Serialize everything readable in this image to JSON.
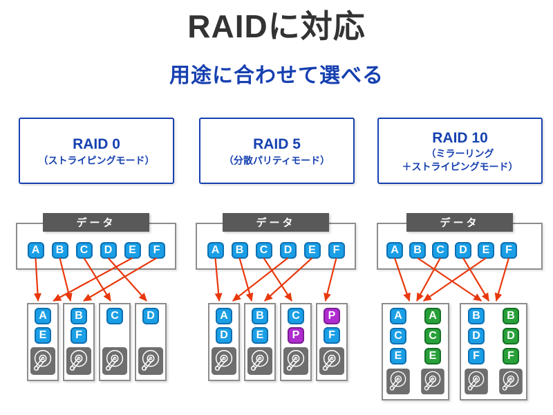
{
  "header": {
    "title": "RAIDに対応",
    "subtitle": "用途に合わせて選べる"
  },
  "colors": {
    "accent_blue": "#1640B0",
    "title_gray": "#333333",
    "block_blue": "#1A9FE6",
    "block_green": "#28A039",
    "block_purple": "#AF2CCF",
    "arrow_red": "#E8380C",
    "label_bar_gray": "#595959",
    "hdd_gray": "#6E6E6E",
    "box_border_gray": "#8C8C8C"
  },
  "panels": [
    {
      "id": "raid0",
      "name": "RAID 0",
      "mode_lines": [
        "（ストライピングモード）"
      ],
      "data_label": "データ",
      "blocks": [
        "A",
        "B",
        "C",
        "D",
        "E",
        "F"
      ],
      "type": "single",
      "disks": [
        {
          "slots": [
            {
              "label": "A",
              "color": "blue"
            },
            {
              "label": "E",
              "color": "blue"
            }
          ]
        },
        {
          "slots": [
            {
              "label": "B",
              "color": "blue"
            },
            {
              "label": "F",
              "color": "blue"
            }
          ]
        },
        {
          "slots": [
            {
              "label": "C",
              "color": "blue"
            }
          ]
        },
        {
          "slots": [
            {
              "label": "D",
              "color": "blue"
            }
          ]
        }
      ],
      "arrows": [
        {
          "from": "A",
          "disk": 0,
          "at": 0.35
        },
        {
          "from": "B",
          "disk": 1,
          "at": 0.24
        },
        {
          "from": "C",
          "disk": 2,
          "at": 0.37
        },
        {
          "from": "D",
          "disk": 3,
          "at": 0.37
        },
        {
          "from": "E",
          "disk": 0,
          "at": 0.83
        },
        {
          "from": "F",
          "disk": 1,
          "at": 0.65
        }
      ]
    },
    {
      "id": "raid5",
      "name": "RAID 5",
      "mode_lines": [
        "（分散パリティモード）"
      ],
      "data_label": "データ",
      "blocks": [
        "A",
        "B",
        "C",
        "D",
        "E",
        "F"
      ],
      "type": "single",
      "disks": [
        {
          "slots": [
            {
              "label": "A",
              "color": "blue"
            },
            {
              "label": "D",
              "color": "blue"
            }
          ]
        },
        {
          "slots": [
            {
              "label": "B",
              "color": "blue"
            },
            {
              "label": "E",
              "color": "blue"
            }
          ]
        },
        {
          "slots": [
            {
              "label": "C",
              "color": "blue"
            },
            {
              "label": "P",
              "color": "purple"
            }
          ]
        },
        {
          "slots": [
            {
              "label": "P",
              "color": "purple"
            },
            {
              "label": "F",
              "color": "blue"
            }
          ]
        }
      ],
      "arrows": [
        {
          "from": "A",
          "disk": 0,
          "at": 0.35
        },
        {
          "from": "B",
          "disk": 1,
          "at": 0.24
        },
        {
          "from": "C",
          "disk": 2,
          "at": 0.37
        },
        {
          "from": "D",
          "disk": 0,
          "at": 0.78
        },
        {
          "from": "E",
          "disk": 1,
          "at": 0.65
        },
        {
          "from": "F",
          "disk": 3,
          "at": 0.3
        }
      ]
    },
    {
      "id": "raid10",
      "name": "RAID 10",
      "mode_lines": [
        "（ミラーリング",
        "＋ストライピングモード）"
      ],
      "data_label": "データ",
      "blocks": [
        "A",
        "B",
        "C",
        "D",
        "E",
        "F"
      ],
      "type": "mirror",
      "disks": [
        {
          "columns": [
            {
              "color": "blue",
              "labels": [
                "A",
                "C",
                "E"
              ]
            },
            {
              "color": "green",
              "labels": [
                "A",
                "C",
                "E"
              ]
            }
          ]
        },
        {
          "columns": [
            {
              "color": "blue",
              "labels": [
                "B",
                "D",
                "F"
              ]
            },
            {
              "color": "green",
              "labels": [
                "B",
                "D",
                "F"
              ]
            }
          ]
        }
      ],
      "arrows": [
        {
          "from": "A",
          "disk": 0,
          "at": 0.41
        },
        {
          "from": "C",
          "disk": 0,
          "at": 0.52
        },
        {
          "from": "E",
          "disk": 0,
          "at": 0.62
        },
        {
          "from": "B",
          "disk": 1,
          "at": 0.32
        },
        {
          "from": "D",
          "disk": 1,
          "at": 0.43
        },
        {
          "from": "F",
          "disk": 1,
          "at": 0.54
        }
      ]
    }
  ]
}
